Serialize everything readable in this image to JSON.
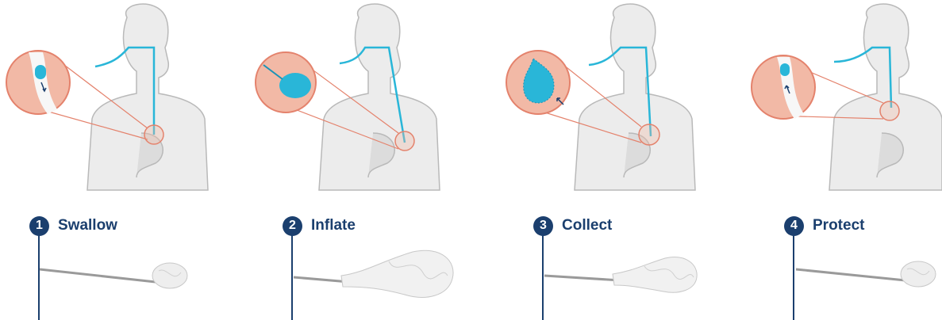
{
  "colors": {
    "navy": "#1b3f6e",
    "cyan": "#29b6d8",
    "cyan_dark": "#1a93b7",
    "tissue": "#f2b9a6",
    "tissue_line": "#e0806a",
    "body_fill": "#ececec",
    "body_line": "#b9b9b9",
    "pointer_line": "#e4826c"
  },
  "steps": [
    {
      "number": "1",
      "label": "Swallow",
      "capsule_icon": "collapsed-capsule",
      "device_icon": "collapsed-balloon-device"
    },
    {
      "number": "2",
      "label": "Inflate",
      "capsule_icon": "inflated-balloon",
      "device_icon": "inflated-balloon-device"
    },
    {
      "number": "3",
      "label": "Collect",
      "capsule_icon": "balloon-collecting",
      "device_icon": "inflated-balloon-device"
    },
    {
      "number": "4",
      "label": "Protect",
      "capsule_icon": "retracted-capsule",
      "device_icon": "collapsed-balloon-device"
    }
  ]
}
